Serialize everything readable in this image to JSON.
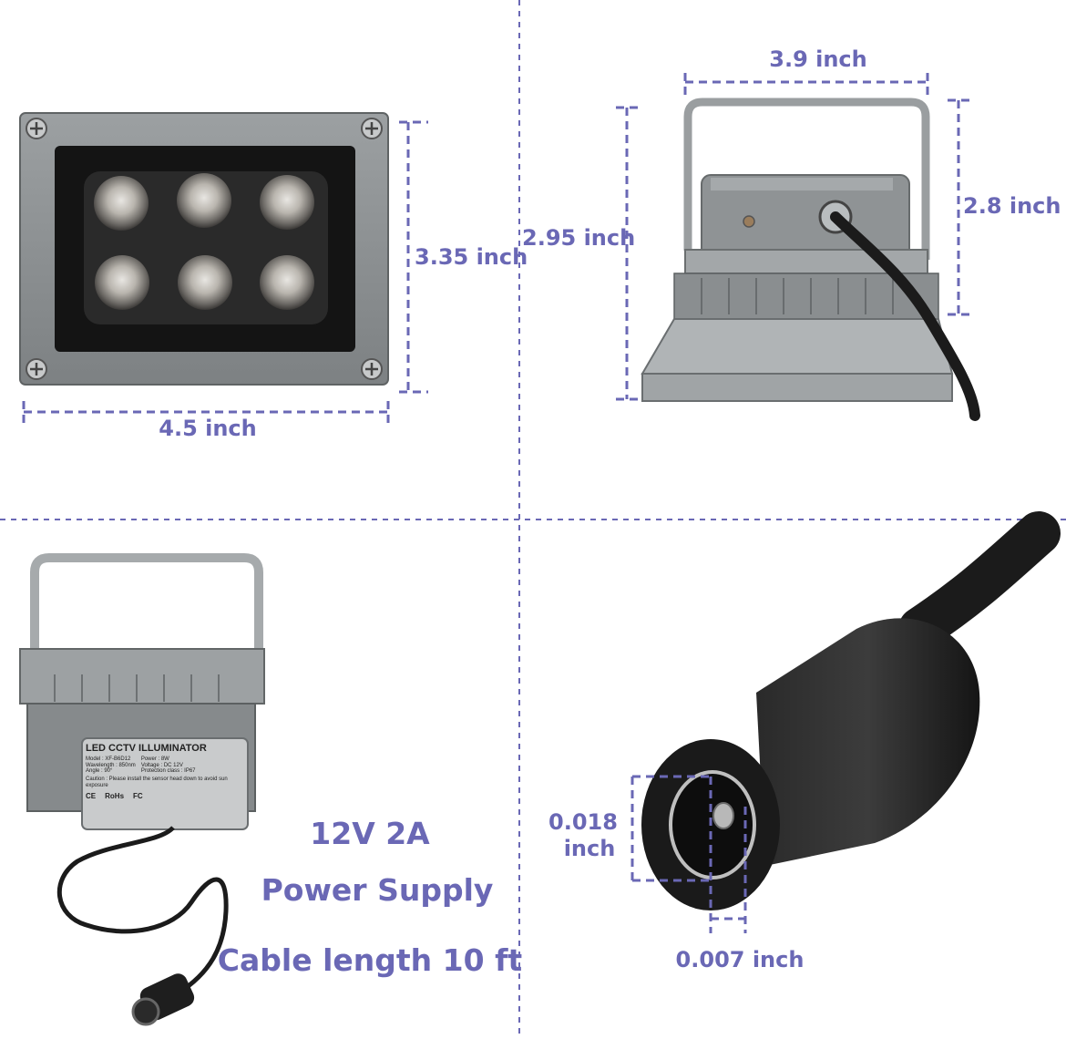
{
  "dimensions": {
    "front_height": "3.35 inch",
    "front_width": "4.5 inch",
    "side_top_width": "3.9 inch",
    "side_height_left": "2.95 inch",
    "side_height_right": "2.8 inch",
    "connector_outer_line1": "0.018",
    "connector_outer_line2": "inch",
    "connector_pin": "0.007 inch"
  },
  "specs": {
    "voltage": "12V 2A",
    "supply": "Power Supply",
    "cable": "Cable length 10 ft"
  },
  "product_label": {
    "title": "LED CCTV ILLUMINATOR",
    "model": "Model : XF-B6D12",
    "wavelength": "Wavelength : 850nm",
    "angle": "Angle : 90°",
    "power": "Power : 8W",
    "voltage": "Voltage : DC 12V",
    "protection": "Protection class : IP67",
    "caution": "Caution : Please install the sensor head down to avoid sun exposure",
    "rohs": "RoHs",
    "ce": "CE",
    "fc": "FC"
  },
  "colors": {
    "dimension_accent": "#6a68b5",
    "housing": "#8e9294",
    "cable": "#1b1b1b"
  }
}
